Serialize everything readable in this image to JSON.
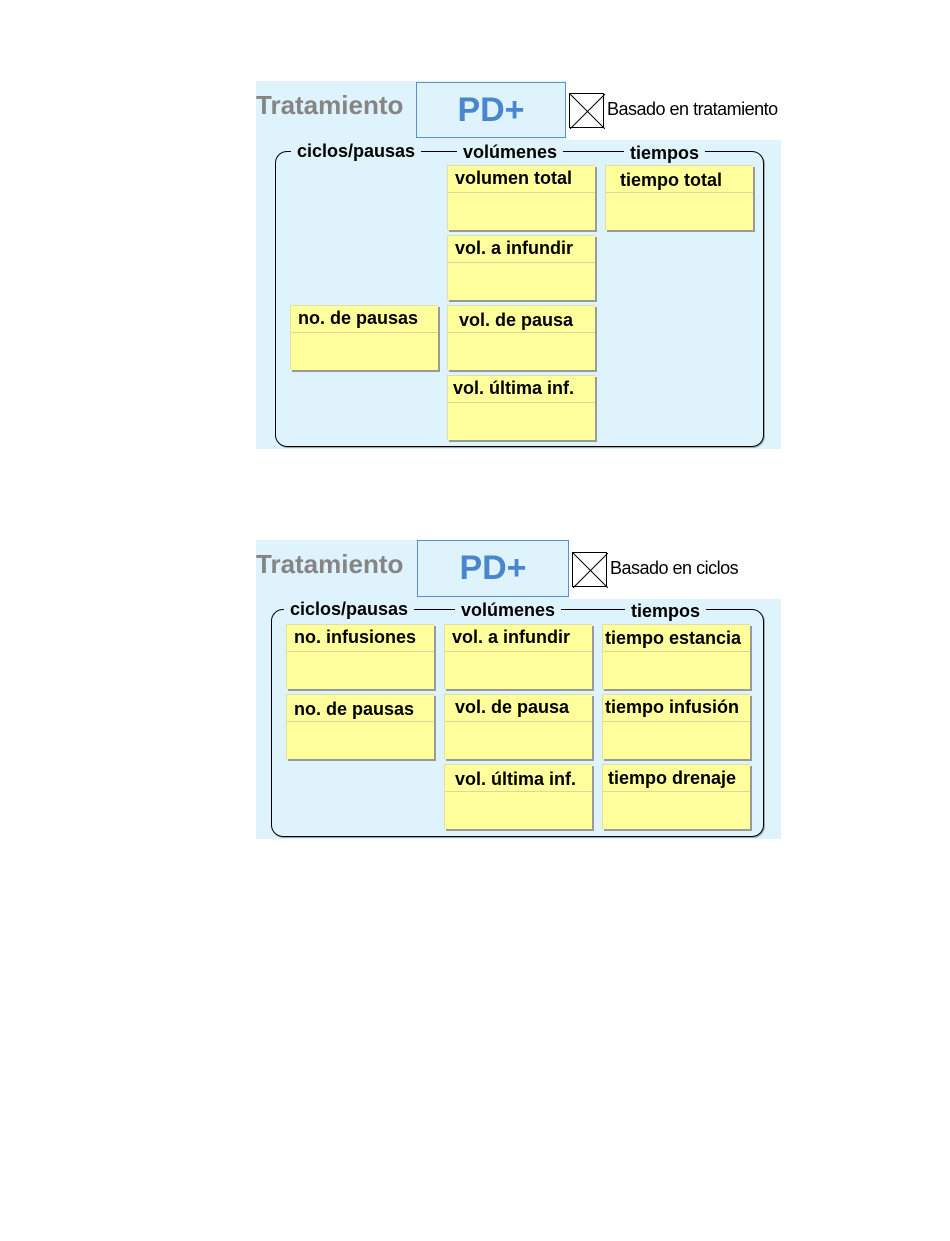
{
  "forms": [
    {
      "title": "Tratamiento",
      "mode": "PD+",
      "checkbox_label": "Basado en tratamiento",
      "groups": {
        "ciclos": "ciclos/pausas",
        "volumenes": "volúmenes",
        "tiempos": "tiempos"
      },
      "fields": {
        "volumen_total": "volumen total",
        "tiempo_total": "tiempo total",
        "vol_infundir": "vol. a infundir",
        "no_pausas": "no. de pausas",
        "vol_pausa": "vol. de pausa",
        "vol_ultima": "vol. última inf."
      }
    },
    {
      "title": "Tratamiento",
      "mode": "PD+",
      "checkbox_label": "Basado en ciclos",
      "groups": {
        "ciclos": "ciclos/pausas",
        "volumenes": "volúmenes",
        "tiempos": "tiempos"
      },
      "fields": {
        "no_infusiones": "no. infusiones",
        "vol_infundir": "vol. a infundir",
        "tiempo_estancia": "tiempo estancia",
        "no_pausas": "no. de pausas",
        "vol_pausa": "vol. de pausa",
        "tiempo_infusion": "tiempo infusión",
        "vol_ultima": "vol. última inf.",
        "tiempo_drenaje": "tiempo drenaje"
      }
    }
  ]
}
